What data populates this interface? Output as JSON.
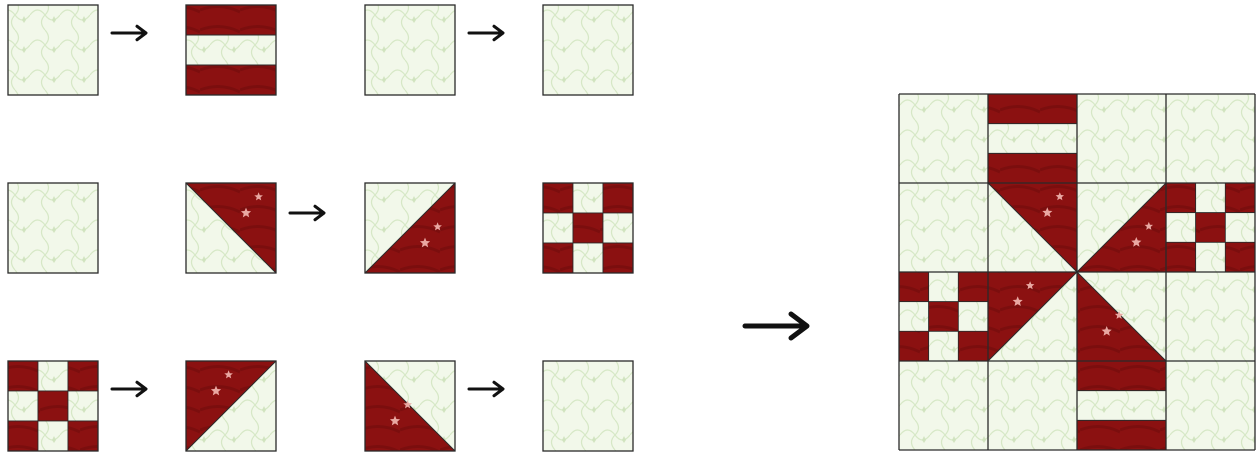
{
  "colors": {
    "background": "#ffffff",
    "light_fabric": "#f2f8ea",
    "light_fabric_motif": "#cfe3bd",
    "dark_fabric": "#8b1111",
    "dark_fabric_shade": "#6f0b0b",
    "outline": "#2a2a2a",
    "arrow": "#111111",
    "star_accent": "#e9a8a2"
  },
  "source_units": [
    {
      "name": "unit-plain-1",
      "kind": "plain"
    },
    {
      "name": "unit-stripe-1",
      "kind": "stripe"
    },
    {
      "name": "unit-plain-2",
      "kind": "plain"
    },
    {
      "name": "unit-plain-3",
      "kind": "plain"
    },
    {
      "name": "unit-plain-4",
      "kind": "plain"
    },
    {
      "name": "unit-hst-1",
      "kind": "hst-upper-right"
    },
    {
      "name": "unit-hst-2",
      "kind": "hst-lower-right"
    },
    {
      "name": "unit-ninepatch-1",
      "kind": "ninepatch"
    },
    {
      "name": "unit-ninepatch-2",
      "kind": "ninepatch"
    },
    {
      "name": "unit-hst-3",
      "kind": "hst-upper-left"
    },
    {
      "name": "unit-hst-4",
      "kind": "hst-lower-left"
    },
    {
      "name": "unit-plain-5",
      "kind": "plain"
    }
  ],
  "arrows": [
    {
      "name": "arrow-row1-a",
      "size": "small"
    },
    {
      "name": "arrow-row1-b",
      "size": "small"
    },
    {
      "name": "arrow-row2-a",
      "size": "small"
    },
    {
      "name": "arrow-row3-a",
      "size": "small"
    },
    {
      "name": "arrow-row3-b",
      "size": "small"
    },
    {
      "name": "arrow-result",
      "size": "large"
    }
  ],
  "quilt_block": {
    "rows": 4,
    "cols": 4,
    "cells": [
      [
        "plain",
        "stripe",
        "plain",
        "plain"
      ],
      [
        "plain",
        "hst-upper-right",
        "hst-lower-right",
        "ninepatch"
      ],
      [
        "ninepatch",
        "hst-upper-left",
        "hst-lower-left",
        "plain"
      ],
      [
        "plain",
        "plain",
        "stripe",
        "plain"
      ]
    ]
  }
}
